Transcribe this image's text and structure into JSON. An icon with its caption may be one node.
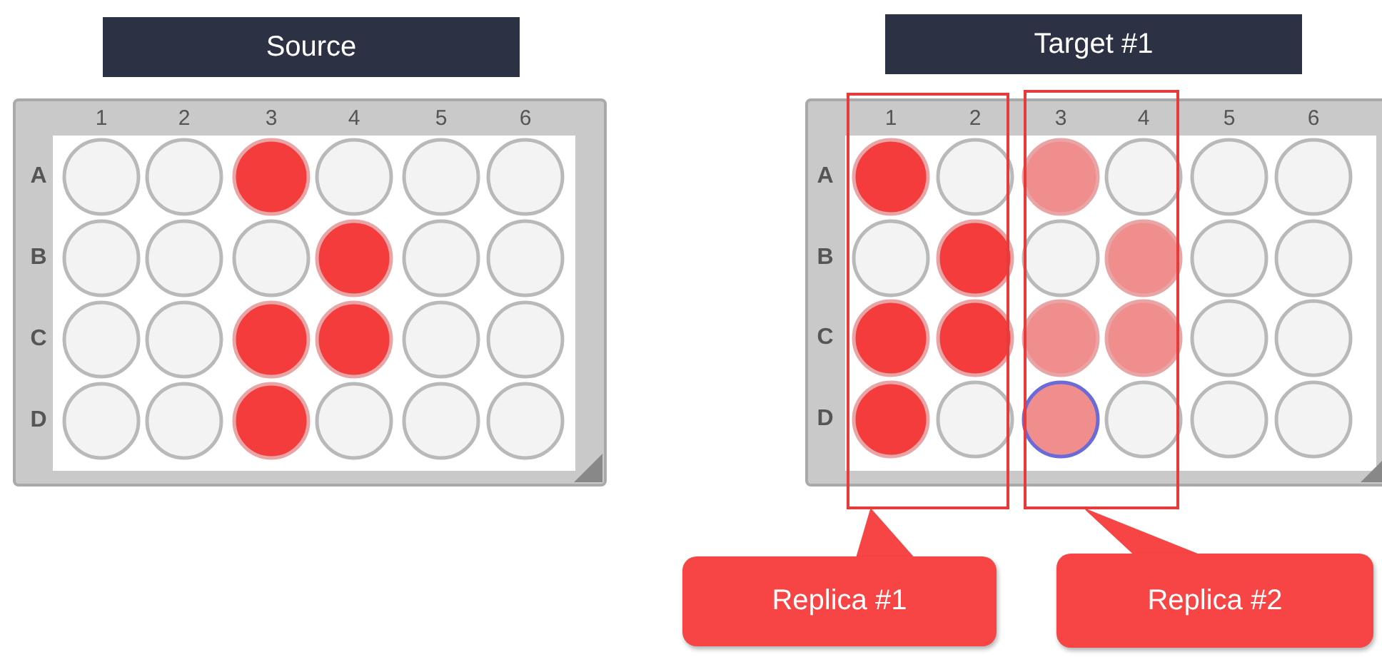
{
  "diagram": {
    "nodes": [
      {
        "text": [
          "Source"
        ]
      },
      {
        "text": [
          "Target #1"
        ]
      },
      {
        "text": [
          "Replica #1"
        ]
      },
      {
        "text": [
          "Replica #2"
        ]
      },
      {
        "text": [],
        "shape": "box"
      },
      {
        "text": [],
        "shape": "box"
      }
    ],
    "edges": [
      {
        "from": 2,
        "to": 4,
        "arrow": "to"
      },
      {
        "from": 3,
        "to": 5,
        "arrow": "to"
      }
    ],
    "labels": [
      "1",
      "2",
      "3",
      "4",
      "5",
      "6",
      "A",
      "B",
      "C",
      "D",
      "1",
      "2",
      "3",
      "4",
      "5",
      "6",
      "A",
      "B",
      "C",
      "D"
    ]
  }
}
